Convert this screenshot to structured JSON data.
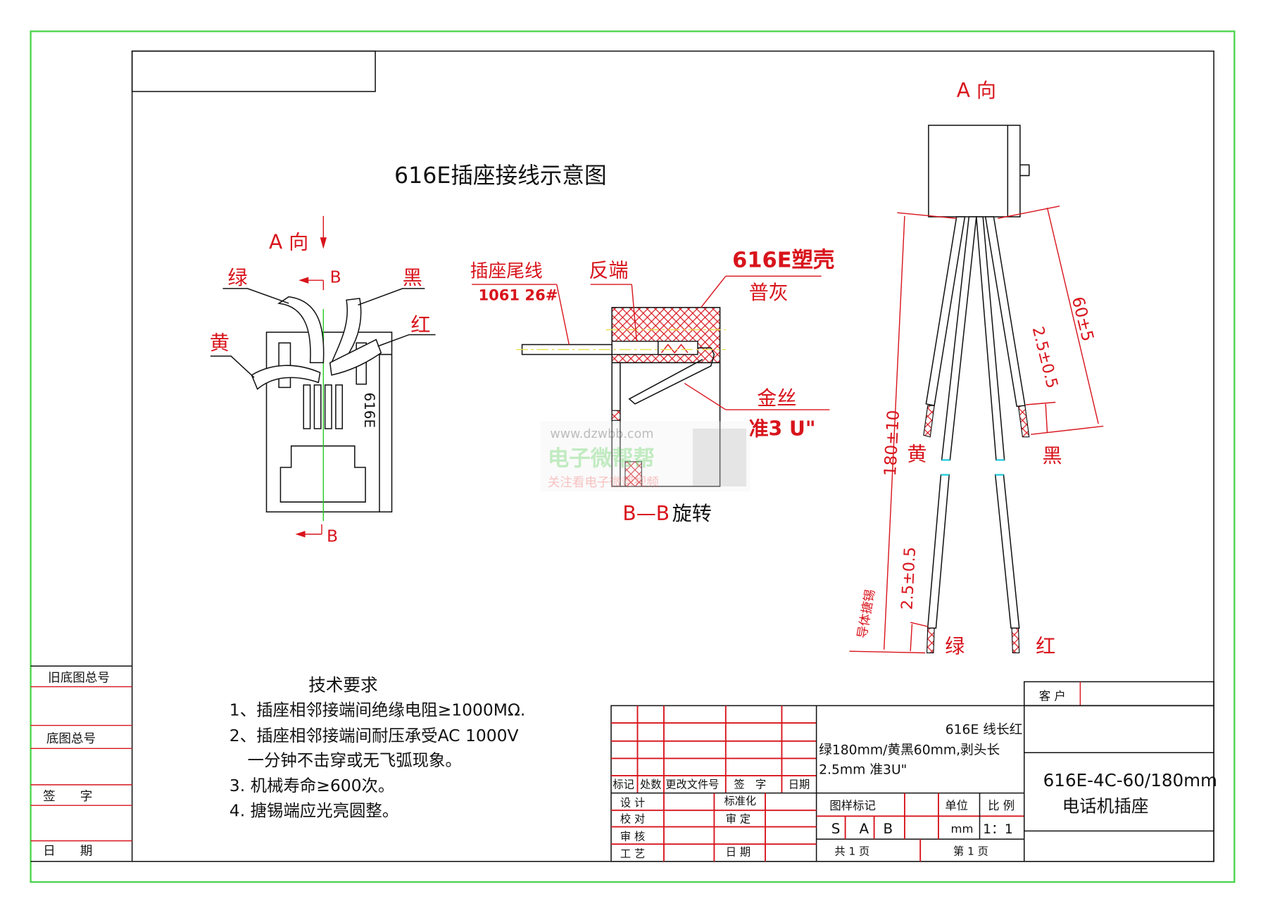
{
  "drawing_title": "616E插座接线示意图",
  "colors": {
    "border_green": "#4cd44c",
    "annotation_red": "#d8141c",
    "line_black": "#111111",
    "centerline_green": "#22cc22"
  },
  "left_view": {
    "view_label": "A 向",
    "section_mark_top": "B",
    "section_mark_bottom": "B",
    "wire_labels": {
      "green": "绿",
      "black": "黑",
      "yellow": "黄",
      "red": "红"
    },
    "body_marking": "616E"
  },
  "section_view": {
    "tail_wire_label": "插座尾线",
    "tail_wire_spec": "1061 26#",
    "reverse_end_label": "反端",
    "shell_label": "616E塑壳",
    "shell_color": "普灰",
    "gold_wire_label": "金丝",
    "gold_plating_spec": "准3 U\"",
    "section_title_mark": "B—B",
    "section_title_text": "旋转"
  },
  "watermark": {
    "url": "www.dzwbb.com",
    "name": "电子微帮帮",
    "slogan": "关注看电子微帮视频"
  },
  "a_view": {
    "title": "A 向",
    "dim_total_length": "180±10",
    "dim_short_length": "60±5",
    "dim_strip_upper": "2.5±0.5",
    "dim_strip_lower": "2.5±0.5",
    "tinning_label": "导体搪锡",
    "wire_labels": {
      "yellow": "黄",
      "black": "黑",
      "green": "绿",
      "red": "红"
    }
  },
  "tech_requirements": {
    "heading": "技术要求",
    "lines": [
      "1、插座相邻接端间绝缘电阻≥1000MΩ.",
      "2、插座相邻接端间耐压承受AC 1000V",
      "一分钟不击穿或无飞弧现象。",
      "3. 机械寿命≥600次。",
      "4. 搪锡端应光亮圆整。"
    ]
  },
  "side_strip": [
    "旧底图总号",
    "底图总号",
    "签　　字",
    "日　　期"
  ],
  "title_block": {
    "customer_label": "客 户",
    "revision_headers": [
      "标记",
      "处数",
      "更改文件号",
      "签　字",
      "日期"
    ],
    "approvals": [
      "设 计",
      "校 对",
      "审 核",
      "工 艺"
    ],
    "approvals_right": [
      "标准化",
      "审 定",
      "",
      "日 期"
    ],
    "description_lines": [
      "616E 线长红",
      "绿180mm/黄黑60mm,剥头长",
      "2.5mm 准3U\""
    ],
    "pattern_mark_label": "图样标记",
    "pattern_marks": [
      "S",
      "A",
      "B"
    ],
    "unit_label": "单位",
    "unit_value": "mm",
    "scale_label": "比 例",
    "scale_value": "1：1",
    "total_pages": "共  1  页",
    "page_number": "第  1  页",
    "part_number": "616E-4C-60/180mm",
    "part_name": "电话机插座"
  }
}
